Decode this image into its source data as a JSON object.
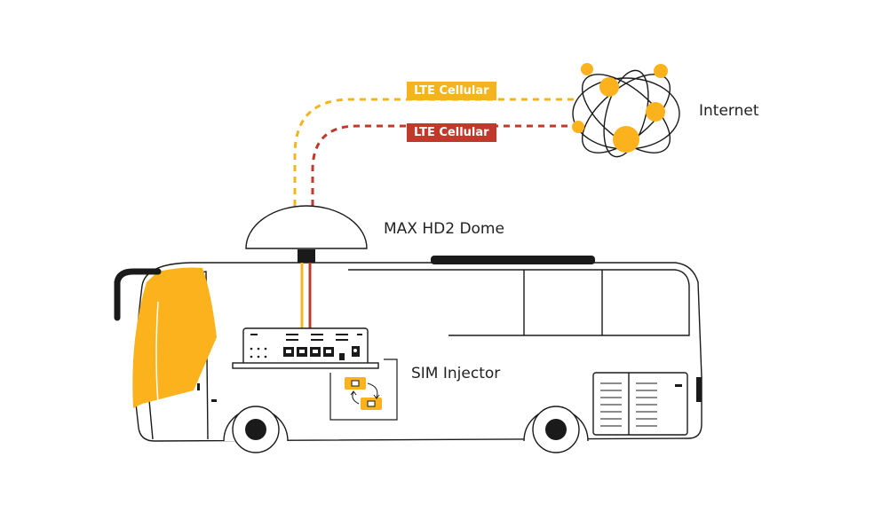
{
  "labels": {
    "internet": "Internet",
    "dome": "MAX HD2 Dome",
    "sim_injector": "SIM Injector"
  },
  "links": [
    {
      "label": "LTE Cellular",
      "color": "#f4b41e"
    },
    {
      "label": "LTE Cellular",
      "color": "#c0392b"
    }
  ],
  "colors": {
    "accent_yellow": "#fbb21d",
    "accent_red": "#c0392b",
    "line": "#1a1a1a"
  },
  "icons": [
    "globe-network-icon",
    "dome-antenna-icon",
    "router-icon",
    "sim-card-icon",
    "bus-icon"
  ]
}
